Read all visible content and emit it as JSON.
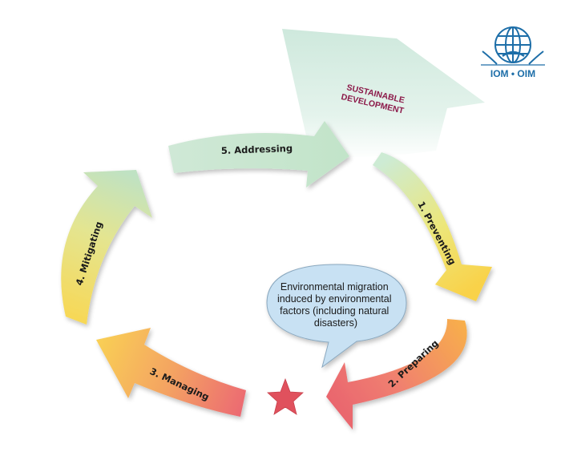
{
  "logo": {
    "text": "IOM • OIM",
    "icon": "iom-globe-logo"
  },
  "goal": {
    "line1": "SUSTAINABLE",
    "line2": "DEVELOPMENT"
  },
  "cycle": [
    {
      "step": 1,
      "label": "1. Preventing"
    },
    {
      "step": 2,
      "label": "2. Preparing"
    },
    {
      "step": 3,
      "label": "3. Managing"
    },
    {
      "step": 4,
      "label": "4. Mitigating"
    },
    {
      "step": 5,
      "label": "5. Addressing"
    }
  ],
  "bubble": {
    "lines": [
      "Environmental migration",
      "induced by environmental",
      "factors (including natural",
      "disasters)"
    ]
  },
  "event_marker": {
    "icon": "star-icon",
    "color": "#e0515d"
  },
  "colors": {
    "green": "#cfe9d8",
    "yellow": "#f6e160",
    "orange": "#f5b75a",
    "red": "#ea6b73",
    "accent_text": "#8c1a4a",
    "logo_blue": "#1d6ea8"
  }
}
